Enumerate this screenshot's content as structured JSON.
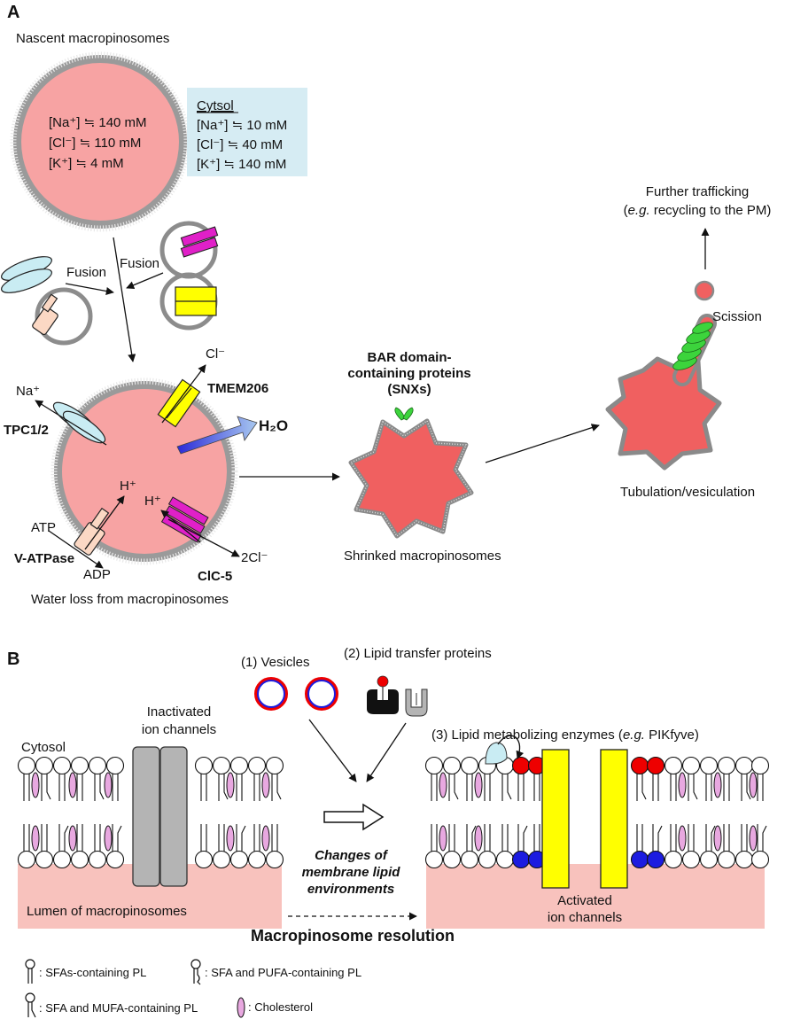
{
  "panel_a": {
    "letter": "A",
    "nascent_title": "Nascent macropinosomes",
    "lumen_na": "[Na⁺] ≒ 140 mM",
    "lumen_cl": "[Cl⁻] ≒ 110 mM",
    "lumen_k": "[K⁺] ≒ 4 mM",
    "cytosol_title": "Cytsol",
    "cytosol_na": "[Na⁺] ≒ 10 mM",
    "cytosol_cl": "[Cl⁻] ≒ 40 mM",
    "cytosol_k": "[K⁺] ≒ 140 mM",
    "fusion_left": "Fusion",
    "fusion_right": "Fusion",
    "na_ion": "Na⁺",
    "tpc": "TPC1/2",
    "cl_ion": "Cl⁻",
    "tmem": "TMEM206",
    "h2o": "H₂O",
    "h_plus_1": "H⁺",
    "h_plus_2": "H⁺",
    "atp": "ATP",
    "adp": "ADP",
    "vatpase": "V-ATPase",
    "two_cl": "2Cl⁻",
    "clc5": "ClC-5",
    "water_loss": "Water loss from macropinosomes",
    "bar_line1": "BAR domain-",
    "bar_line2": "containing proteins",
    "bar_line3": "(SNXs)",
    "shrinked": "Shrinked macropinosomes",
    "further_line1": "Further trafficking",
    "further_eg": "e.g.",
    "further_line2_rest": " recycling to the PM)",
    "scission": "Scission",
    "tubulation": "Tubulation/vesiculation"
  },
  "panel_b": {
    "letter": "B",
    "vesicles": "(1) Vesicles",
    "ltp": "(2) Lipid transfer proteins",
    "enzymes_pre": "(3) Lipid metabolizing enzymes (",
    "enzymes_eg": "e.g.",
    "enzymes_post": " PIKfyve)",
    "cytosol": "Cytosol",
    "inactivated_1": "Inactivated",
    "inactivated_2": "ion channels",
    "changes_1": "Changes of",
    "changes_2": "membrane lipid",
    "changes_3": "environments",
    "lumen": "Lumen of macropinosomes",
    "activated_1": "Activated",
    "activated_2": "ion channels",
    "resolution": "Macropinosome resolution"
  },
  "legend": {
    "sfa": ": SFAs-containing PL",
    "sfa_pufa": ": SFA and PUFA-containing PL",
    "sfa_mufa": ": SFA and MUFA-containing PL",
    "cholesterol": ": Cholesterol"
  },
  "colors": {
    "lumen_pink": "#f7a3a3",
    "shrunk_red": "#f06060",
    "cytosol_box": "#d6ecf3",
    "membrane_gray": "#8c8c8c",
    "channel_cyan": "#c9ecf3",
    "channel_magenta": "#e020c8",
    "channel_yellow": "#ffff00",
    "channel_peach": "#fbd8c4",
    "bar_green": "#3cd43c",
    "h2o_blue": "#1a1ae8",
    "resolution_green": "#22bb22",
    "ion_channel_gray": "#b4b4b4",
    "lumen_band": "#f8c2bd",
    "lipid_red": "#ee0000",
    "lipid_blue": "#1c1ce0",
    "cholesterol_pink": "#e8a8e0"
  }
}
